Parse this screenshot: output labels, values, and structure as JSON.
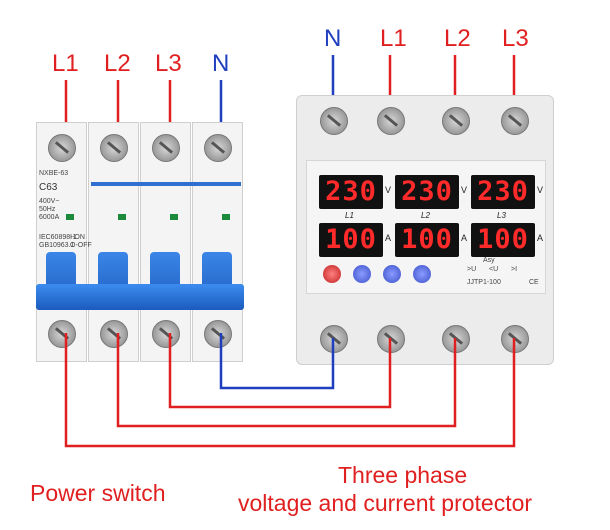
{
  "breaker_labels": [
    "L1",
    "L2",
    "L3",
    "N"
  ],
  "protector_labels": [
    "N",
    "L1",
    "L2",
    "L3"
  ],
  "breaker": {
    "brand": "NXBE-63",
    "rating": "C63",
    "specs": [
      "400V~",
      "50Hz",
      "6000A"
    ],
    "std": [
      "IEC60898-1",
      "GB10963.1"
    ],
    "onoff": [
      "Ⅰ-ON",
      "O-OFF"
    ]
  },
  "protector": {
    "voltage": [
      "230",
      "230",
      "230"
    ],
    "current": [
      "100",
      "100",
      "100"
    ],
    "phases": [
      "L1",
      "L2",
      "L3"
    ],
    "unit_v": "V",
    "unit_a": "A",
    "model": "JJTP1-100",
    "asy_label": "Asy",
    "ctrl": [
      ">U",
      "<U",
      ">I"
    ],
    "ce": "CE"
  },
  "captions": {
    "left": "Power switch",
    "right_line1": "Three phase",
    "right_line2": "voltage and current protector"
  },
  "colors": {
    "phase": "#e02020",
    "neutral": "#1f3fbf"
  }
}
